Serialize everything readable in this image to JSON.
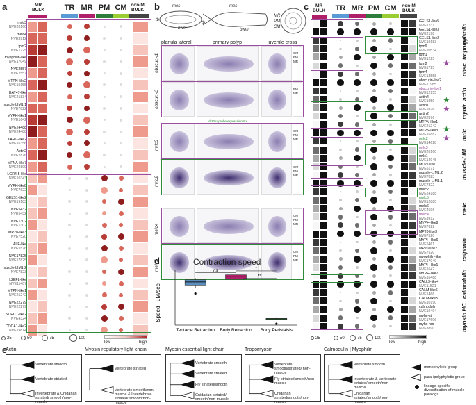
{
  "panel_a": {
    "label": "a",
    "headers": {
      "mr": "MR",
      "bulk": "BULK",
      "tr": "TR",
      "mr2": "MR",
      "pm": "PM",
      "cm": "CM",
      "nonm": "non-M",
      "nonm_bulk": "BULK"
    },
    "genes": [
      {
        "name": "mrlc3",
        "id": "NVE20160"
      },
      {
        "name": "melc4",
        "id": "NVE3912"
      },
      {
        "name": "tpm2",
        "id": "NVE1725"
      },
      {
        "name": "myophilin-like",
        "id": "NVE17049"
      },
      {
        "name": "NVE2557",
        "id": "NVE2557"
      },
      {
        "name": "MTPN-like2",
        "id": "NVE19155"
      },
      {
        "name": "BAT47-like",
        "id": "NVE21834"
      },
      {
        "name": "muscle-LIM1.1",
        "id": "NVE7822"
      },
      {
        "name": "MYPH-like1",
        "id": "NVE1642"
      },
      {
        "name": "NVE24488",
        "id": "NVE24488"
      },
      {
        "name": "KARG-like2",
        "id": "NVE16356"
      },
      {
        "name": "Actin2",
        "id": "NVE2876"
      },
      {
        "name": "MFNA-like7",
        "id": "NVE24899"
      },
      {
        "name": "LGR4-5-like",
        "id": "NVE10343"
      },
      {
        "name": "MYPH-like8",
        "id": "NVE7622"
      },
      {
        "name": "GELS1-like2",
        "id": "NVE19183"
      },
      {
        "name": "NVE5432",
        "id": "NVE5432"
      },
      {
        "name": "NVE1302",
        "id": "NVE1302"
      },
      {
        "name": "MP20-like3",
        "id": "NVE7520"
      },
      {
        "name": "ALF-like",
        "id": "NVE5576"
      },
      {
        "name": "NVE17825",
        "id": "NVE17825"
      },
      {
        "name": "muscle-LIM1.2",
        "id": "NVE7823"
      },
      {
        "name": "L2EFL-like",
        "id": "NVE11407"
      },
      {
        "name": "MTPN-like1",
        "id": "NVE21242"
      },
      {
        "name": "NVE22279",
        "id": "NVE22279"
      },
      {
        "name": "SDHC1-like2",
        "id": "NVE4324"
      },
      {
        "name": "COCA1-like2",
        "id": "NVE19814"
      }
    ],
    "legend": {
      "s25": "25",
      "s50": "50",
      "s75": "75",
      "s100": "100",
      "low": "low",
      "high": "high"
    }
  },
  "panel_b": {
    "label": "b",
    "schema_labels": {
      "mes": "mes",
      "tb": "tb",
      "bwm": "bwm",
      "mes2": "mes",
      "tb2": "tb",
      "bwm2": "bwm",
      "mr": "MR",
      "pm": "PM",
      "cm": "CM"
    },
    "col_titles": [
      "planula lateral",
      "primary polyp",
      "juvenile cross"
    ],
    "rows": [
      {
        "gene": "obscur.-l1",
        "tags": "CM PM MR"
      },
      {
        "gene": "obscur.-l3",
        "tags": "PM MR",
        "note": "dsRNAprobe expression NA"
      },
      {
        "gene": "mrlc3",
        "tags": "CM PM MR"
      },
      {
        "gene": "mrlc2",
        "tags": "CM PM MR"
      },
      {
        "gene": "melc4",
        "tags": "CM PM MR"
      },
      {
        "gene": "melc5",
        "tags": "CM PM MR"
      }
    ]
  },
  "panel_c": {
    "label": "c",
    "headers": {
      "mr": "MR",
      "bulk": "BULK",
      "tr": "TR",
      "mr2": "MR",
      "pm": "PM",
      "cm": "CM",
      "nonm": "non-M",
      "nonm_bulk": "BULK"
    },
    "genes": [
      {
        "name": "GELS1-like5",
        "id": "NVE1231",
        "c": ""
      },
      {
        "name": "GELS1-like3",
        "id": "NVE2198",
        "c": ""
      },
      {
        "name": "GELS1-like2",
        "id": "NVE19183",
        "c": ""
      },
      {
        "name": "tpm9",
        "id": "NVE20534",
        "c": ""
      },
      {
        "name": "tpm1",
        "id": "NVE1225",
        "c": ""
      },
      {
        "name": "tpm2",
        "id": "NVE1725",
        "c": ""
      },
      {
        "name": "tpm4",
        "id": "NVE13558",
        "c": ""
      },
      {
        "name": "obscurin-like2",
        "id": "NVE11985",
        "c": ""
      },
      {
        "name": "obscurin-like1",
        "id": "NVE12955",
        "c": "pur"
      },
      {
        "name": "actin4",
        "id": "NVE1959",
        "c": ""
      },
      {
        "name": "actin1",
        "id": "NVE5976",
        "c": ""
      },
      {
        "name": "actin2",
        "id": "NVE2876",
        "c": ""
      },
      {
        "name": "MTPN-like1",
        "id": "NVE21242",
        "c": ""
      },
      {
        "name": "MTPN-like3",
        "id": "NVE16882",
        "c": ""
      },
      {
        "name": "mrlc2",
        "id": "NVE14628",
        "c": "grn"
      },
      {
        "name": "mrlc3",
        "id": "NVE20160",
        "c": "pur"
      },
      {
        "name": "mrlc1",
        "id": "NVE14945",
        "c": ""
      },
      {
        "name": "MLP1-like",
        "id": "NVE6171",
        "c": ""
      },
      {
        "name": "muscle-LIM1.2",
        "id": "NVE7823",
        "c": ""
      },
      {
        "name": "muscle-LIM1.1",
        "id": "NVE7822",
        "c": ""
      },
      {
        "name": "melc2",
        "id": "NVE24188",
        "c": ""
      },
      {
        "name": "melc5",
        "id": "NVE12880",
        "c": "grn"
      },
      {
        "name": "melc6",
        "id": "NVE4596",
        "c": ""
      },
      {
        "name": "melc4",
        "id": "NVE3912",
        "c": "pur"
      },
      {
        "name": "MYPH-like8",
        "id": "NVE7622",
        "c": ""
      },
      {
        "name": "MP20-like3",
        "id": "NVE7520",
        "c": ""
      },
      {
        "name": "MYPH-like6",
        "id": "NVE5461",
        "c": ""
      },
      {
        "name": "MP20-like2",
        "id": "NVE7520",
        "c": ""
      },
      {
        "name": "myophilin-like",
        "id": "NVE17049",
        "c": ""
      },
      {
        "name": "MYPH-like1",
        "id": "NVE1642",
        "c": ""
      },
      {
        "name": "MYPH-like7",
        "id": "NVE16488",
        "c": ""
      },
      {
        "name": "CALL3-like4",
        "id": "NVE11521",
        "c": ""
      },
      {
        "name": "CALM-like6",
        "id": "NVE1466",
        "c": ""
      },
      {
        "name": "CALM-like3",
        "id": "NVE10190",
        "c": ""
      },
      {
        "name": "calmodulin",
        "id": "NVE19494",
        "c": ""
      },
      {
        "name": "myhc-st",
        "id": "NVE17606",
        "c": ""
      },
      {
        "name": "myhc-nm",
        "id": "NVE3890",
        "c": ""
      }
    ],
    "categories": [
      "gelsolin",
      "tropomy.",
      "obsc.",
      "actin",
      "myotr.",
      "mrlc",
      "muscle-LIM",
      "melc",
      "calponin",
      "calmodulin",
      "myosin HC"
    ],
    "legend": {
      "s25": "25",
      "s50": "50",
      "s75": "75",
      "s100": "100",
      "low": "low",
      "high": "high"
    }
  },
  "panel_d": {
    "label": "d",
    "chart_data": {
      "type": "box",
      "title": "Contraction speed",
      "ylabel": "Speed | uM/sec",
      "categories": [
        "Tentacle Retraction",
        "Body Retraction",
        "Body Peristalsis"
      ],
      "series": [
        {
          "values": [
            {
              "min": 730,
              "q1": 800,
              "median": 870,
              "q3": 920,
              "max": 960,
              "outliers": [
                610
              ]
            },
            {
              "min": 900,
              "q1": 930,
              "median": 1000,
              "q3": 1030,
              "max": 1060,
              "outliers": []
            },
            {
              "min": 20,
              "q1": 30,
              "median": 40,
              "q3": 50,
              "max": 60,
              "outliers": [
                -70
              ]
            }
          ]
        }
      ],
      "colors": [
        "#5b8fbf",
        "#b0206a",
        "#2e7d3a"
      ],
      "significance": [
        "ns",
        "*",
        "**"
      ]
    }
  },
  "panel_e": {
    "label": "e",
    "boxes": [
      {
        "title": "Actin",
        "labels": [
          "Vertebrate smooth",
          "Vertebrate striated",
          "Invertebrate & Cnidarian striated/ smooth/non-muscle"
        ]
      },
      {
        "title": "Myosin regulatory light chain",
        "labels": [
          "Vertebrate striated",
          "Vertebrate smooth/non-muscle & Invertebrate striated/ smooth/non-muscle"
        ]
      },
      {
        "title": "Myosin essential light chain",
        "labels": [
          "Vertebrate smooth",
          "Vertebrate striated",
          "Fly striated/smooth",
          "Cnidarian striated/ smooth/non-muscle"
        ]
      },
      {
        "title": "Tropomyosin",
        "labels": [
          "Vertebrate smooth/striated/ non-muscle",
          "Fly striated/smooth/non-muscle",
          "Cnidarian striated/smooth/non-muscle"
        ]
      },
      {
        "title": "Calmodulin | Myophilin",
        "labels": [
          "Vertebrate smooth",
          "Invertebrate & Vertebrate striated/ smooth/non-muscle",
          "Cnidarian striated/smooth/non-muscle"
        ]
      }
    ],
    "legend": [
      "monophyletic group",
      "para-/polyphyletic group",
      "lineage-specific diversification of muscle paralogs"
    ]
  }
}
